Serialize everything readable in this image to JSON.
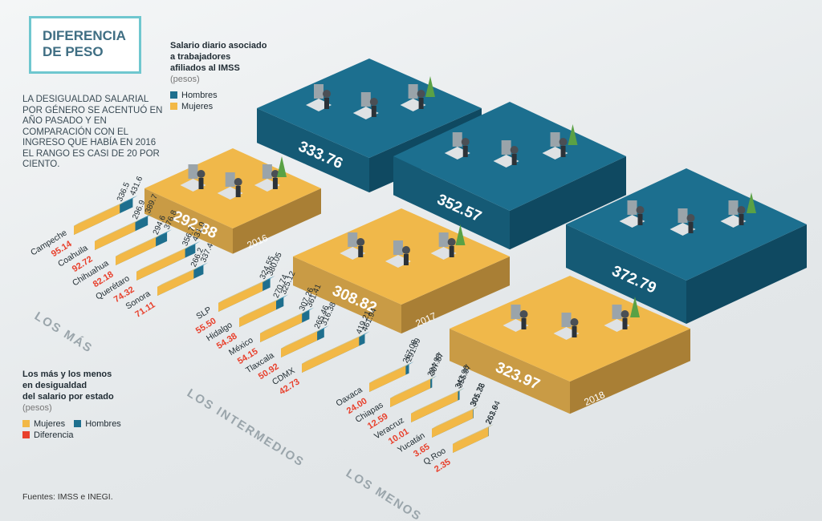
{
  "title": "DIFERENCIA\nDE PESO",
  "intro": "LA DESIGUALDAD SALARIAL POR GÉNERO SE ACENTUÓ EN AÑO PASADO Y EN COMPARACIÓN CON EL INGRESO QUE HABÍA EN 2016 EL RANGO ES CASI DE 20 POR CIENTO.",
  "source": "Fuentes: IMSS e INEGI.",
  "colors": {
    "hombres": "#1e6f8e",
    "mujeres": "#f2b846",
    "diferencia": "#e8402c",
    "floor_top_m": "#f0b84a",
    "floor_top_h": "#1c6f8f"
  },
  "chart_data": [
    {
      "type": "bar",
      "title": "Salario diario asociado\na trabajadores\nafiliados al IMSS",
      "unit": "(pesos)",
      "legend": [
        {
          "name": "Hombres",
          "color": "#1e6f8e"
        },
        {
          "name": "Mujeres",
          "color": "#f2b846"
        }
      ],
      "categories": [
        "2016",
        "2017",
        "2018"
      ],
      "series": [
        {
          "name": "Hombres",
          "values": [
            333.76,
            352.57,
            372.79
          ]
        },
        {
          "name": "Mujeres",
          "values": [
            292.88,
            308.82,
            323.97
          ]
        }
      ]
    },
    {
      "type": "bar",
      "title": "Los más y los menos\nen desigualdad\ndel salario por estado",
      "unit": "(pesos)",
      "legend": [
        {
          "name": "Mujeres",
          "color": "#f2b846"
        },
        {
          "name": "Hombres",
          "color": "#1e6f8e"
        },
        {
          "name": "Diferencia",
          "color": "#e8402c"
        }
      ],
      "groups": [
        {
          "name": "LOS MÁS",
          "states": [
            {
              "state": "Campeche",
              "mujeres": 336.5,
              "hombres": 431.6,
              "diferencia": "95.14"
            },
            {
              "state": "Coahuila",
              "mujeres": 296.9,
              "hombres": 389.7,
              "diferencia": "92.72"
            },
            {
              "state": "Chihuahua",
              "mujeres": 294.6,
              "hombres": 376.8,
              "diferencia": "82.18"
            },
            {
              "state": "Querétaro",
              "mujeres": 356.7,
              "hombres": 431.0,
              "diferencia": "74.32"
            },
            {
              "state": "Sonora",
              "mujeres": 266.2,
              "hombres": 337.4,
              "diferencia": "71.11"
            }
          ]
        },
        {
          "name": "LOS INTERMEDIOS",
          "states": [
            {
              "state": "SLP",
              "mujeres": 324.55,
              "hombres": 380.05,
              "diferencia": "55.50"
            },
            {
              "state": "Hidalgo",
              "mujeres": 270.74,
              "hombres": 325.12,
              "diferencia": "54.38"
            },
            {
              "state": "México",
              "mujeres": 307.26,
              "hombres": 361.41,
              "diferencia": "54.15"
            },
            {
              "state": "Tlaxcala",
              "mujeres": 265.46,
              "hombres": 316.38,
              "diferencia": "50.92"
            },
            {
              "state": "CDMX",
              "mujeres": 419.21,
              "hombres": 461.94,
              "diferencia": "42.73"
            }
          ]
        },
        {
          "name": "LOS MENOS",
          "states": [
            {
              "state": "Oaxaca",
              "mujeres": 267.08,
              "hombres": 291.09,
              "diferencia": "24.00"
            },
            {
              "state": "Chiapas",
              "mujeres": 294.98,
              "hombres": 307.57,
              "diferencia": "12.59"
            },
            {
              "state": "Veracruz",
              "mujeres": 343.96,
              "hombres": 355.97,
              "diferencia": "10.01"
            },
            {
              "state": "Yucatán",
              "mujeres": 301.72,
              "hombres": 305.36,
              "diferencia": "3.65"
            },
            {
              "state": "Q.Roo",
              "mujeres": 261.6,
              "hombres": 263.94,
              "diferencia": "2.35"
            }
          ]
        }
      ]
    }
  ]
}
